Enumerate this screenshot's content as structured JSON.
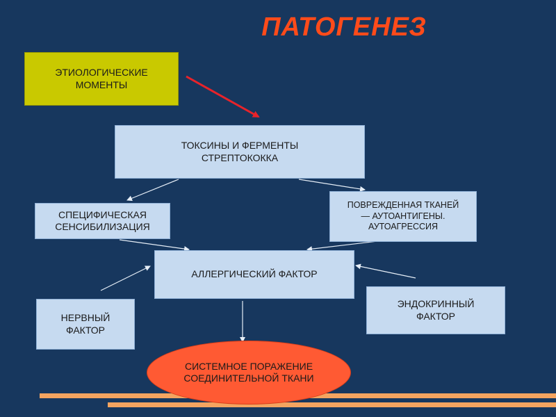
{
  "title": "ПАТОГЕНЕЗ",
  "nodes": {
    "etiology": {
      "lines": [
        "ЭТИОЛОГИЧЕСКИЕ",
        "МОМЕНТЫ"
      ]
    },
    "toxins": {
      "lines": [
        "ТОКСИНЫ И ФЕРМЕНТЫ",
        "СТРЕПТОКОККА"
      ]
    },
    "sensitization": {
      "lines": [
        "СПЕЦИФИЧЕСКАЯ",
        "СЕНСИБИЛИЗАЦИЯ"
      ]
    },
    "damaged": {
      "lines": [
        "ПОВРЕЖДЕННАЯ ТКАНЕЙ",
        "— АУТОАНТИГЕНЫ.",
        "АУТОАГРЕССИЯ"
      ]
    },
    "allergic": {
      "lines": [
        "АЛЛЕРГИЧЕСКИЙ ФАКТОР"
      ]
    },
    "nervous": {
      "lines": [
        "НЕРВНЫЙ",
        "ФАКТОР"
      ]
    },
    "endocrine": {
      "lines": [
        "ЭНДОКРИННЫЙ",
        "ФАКТОР"
      ]
    },
    "systemic": {
      "lines": [
        "СИСТЕМНОЕ",
        "ПОРАЖЕНИЕ",
        "СОЕДИНИТЕЛЬНОЙ",
        "ТКАНИ"
      ]
    }
  },
  "colors": {
    "background": "#17375e",
    "title": "#ff4b1a",
    "box_light": "#c6daf0",
    "box_olive": "#c9c900",
    "ellipse": "#ff5a33",
    "stripes": "#f4a460",
    "arrow_red": "#e8232a",
    "arrow_light": "#e6eef7"
  }
}
